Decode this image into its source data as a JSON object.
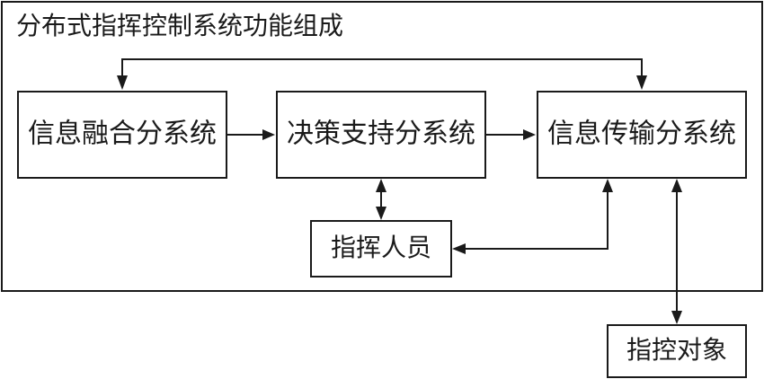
{
  "diagram": {
    "title": "分布式指挥控制系统功能组成",
    "nodes": {
      "info_fusion": "信息融合分系统",
      "decision_support": "决策支持分系统",
      "info_transmission": "信息传输分系统",
      "commanders": "指挥人员",
      "controlled_objects": "指控对象"
    },
    "colors": {
      "line": "#1a1a1a",
      "background": "#ffffff"
    }
  }
}
